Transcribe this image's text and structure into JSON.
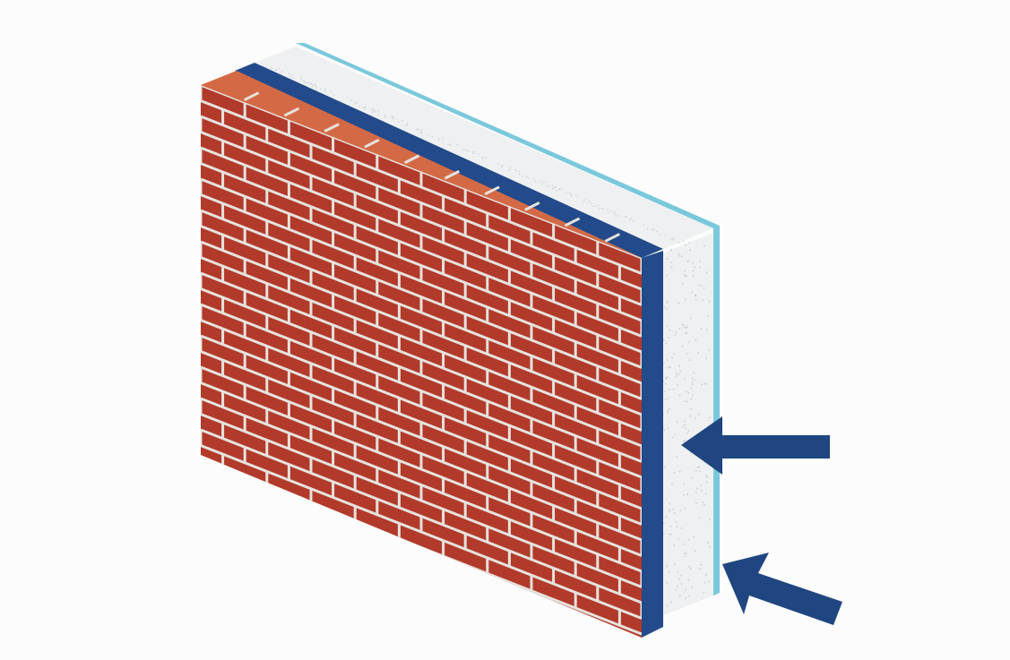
{
  "diagram": {
    "layers": [
      {
        "name": "brick-masonry",
        "color": "#b23a2a",
        "top_color": "#d46a45",
        "mortar_color": "#e6e2de"
      },
      {
        "name": "membrane",
        "color": "#234a8a"
      },
      {
        "name": "insulation-board",
        "color": "#eef0f1"
      },
      {
        "name": "finish-layer",
        "color": "#7ac8dc"
      }
    ],
    "arrows": [
      {
        "name": "horizontal-arrow",
        "color": "#1f4680",
        "direction": "left"
      },
      {
        "name": "diagonal-arrow",
        "color": "#1f4680",
        "direction": "up-left"
      }
    ]
  }
}
